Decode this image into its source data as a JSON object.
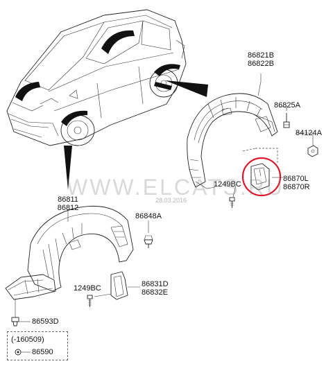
{
  "watermark": {
    "text": "WWW.ELCATS.RU",
    "date": "28.03.2016"
  },
  "highlight_color": "#e0162b",
  "labels": {
    "rear_guard": [
      "86821B",
      "86822B"
    ],
    "rear_clip": "86825A",
    "rear_nut": "84124A",
    "rear_screw": "1249BC",
    "rear_flap": [
      "86870L",
      "86870R"
    ],
    "front_guard": [
      "86811",
      "86812"
    ],
    "front_clip": "86848A",
    "front_screw": "1249BC",
    "front_flap": [
      "86831D",
      "86832E"
    ],
    "front_nut": "86593D",
    "note_range": "(-160509)",
    "note_part": "86590"
  }
}
